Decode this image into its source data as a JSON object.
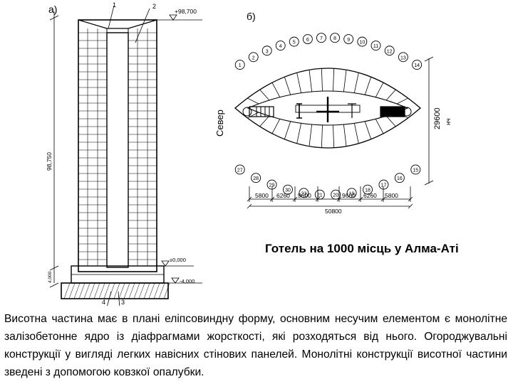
{
  "figure_a": {
    "panel_label": "а)",
    "callout_1": "1",
    "callout_2": "2",
    "callout_3": "3",
    "callout_4": "4",
    "top_level": "+98,700",
    "total_height": "98,750",
    "zero_level": "±0,000",
    "base_level": "-4,000",
    "plinth_height": "4,000"
  },
  "figure_b": {
    "panel_label": "б)",
    "north": "Север",
    "plan_width": "29600",
    "plan_width_sub": "нч",
    "dim_total": "50800",
    "dim_1": "5800",
    "dim_2": "6260",
    "dim_3": "9600",
    "dim_4": "9600",
    "dim_5": "6260",
    "dim_6": "5800",
    "top_axes": [
      "1",
      "2",
      "3",
      "4",
      "5",
      "6",
      "7",
      "8",
      "9",
      "10",
      "11",
      "12",
      "13",
      "14"
    ],
    "bottom_axes": [
      "27",
      "28",
      "29",
      "30",
      "23",
      "21",
      "20",
      "19",
      "18",
      "17",
      "16",
      "15"
    ]
  },
  "caption": "Готель на 1000 місць у Алма-Аті",
  "paragraph": "Висотна частина має в плані еліпсовиндну форму, основним несучим елементом є монолітне залізобетонне ядро із діафрагмами жорсткості, які розходяться від нього. Огороджувальні конструкції у вигляді легких навісних стінових панелей. Монолітні конструкції висотної частини зведені з допомогою ковзкої опалубки."
}
